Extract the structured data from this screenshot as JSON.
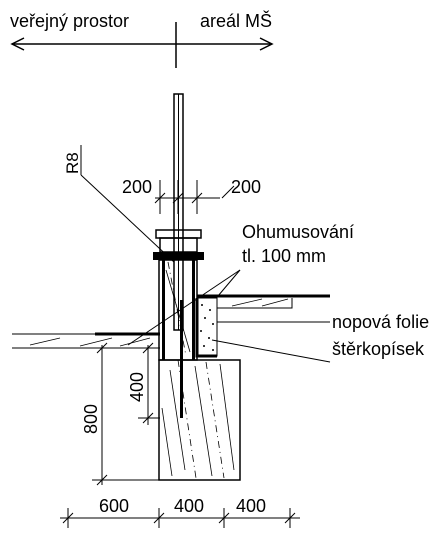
{
  "labels": {
    "left_area": "veřejný prostor",
    "right_area": "areál MŠ",
    "radius": "R8",
    "topsoil_line1": "Ohumusování",
    "topsoil_line2": "tl. 100 mm",
    "membrane": "nopová folie",
    "gravel_sand": "štěrkopísek"
  },
  "dimensions": {
    "top_left": "200",
    "top_right": "200",
    "depth_400": "400",
    "depth_800": "800",
    "bottom_600": "600",
    "bottom_400_a": "400",
    "bottom_400_b": "400"
  }
}
